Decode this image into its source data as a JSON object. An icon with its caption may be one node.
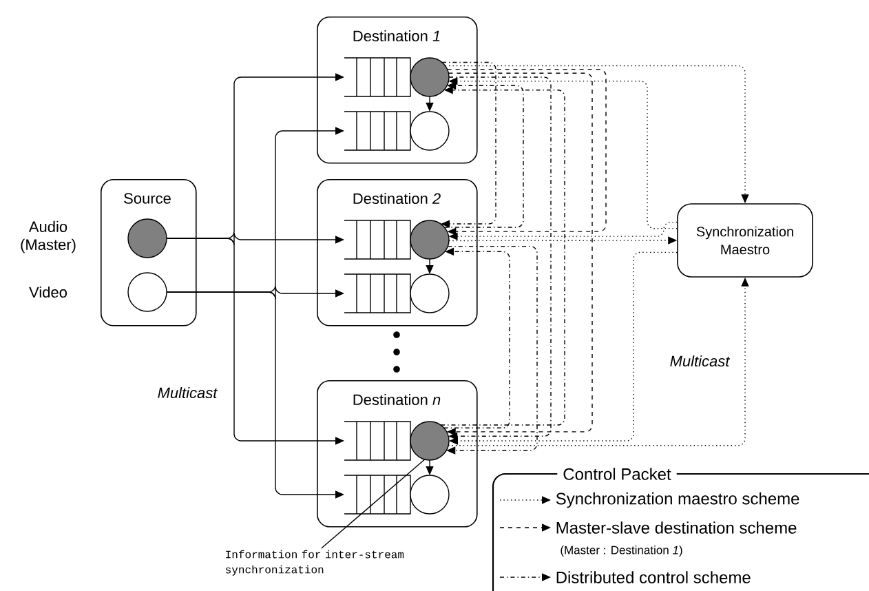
{
  "diagram": {
    "nodes": [
      {
        "text": [
          "Source"
        ]
      },
      {
        "text": [],
        "shape": "circle",
        "in": 0
      },
      {
        "text": [],
        "shape": "circle",
        "in": 0
      },
      {
        "text": [
          "Destination *1*"
        ]
      },
      {
        "text": [],
        "shape": "box",
        "in": 3
      },
      {
        "text": [],
        "shape": "circle",
        "in": 3
      },
      {
        "text": [],
        "shape": "box",
        "in": 3
      },
      {
        "text": [],
        "shape": "circle",
        "in": 3
      },
      {
        "text": [
          "Destination *2*"
        ]
      },
      {
        "text": [],
        "shape": "box",
        "in": 8
      },
      {
        "text": [],
        "shape": "circle",
        "in": 8
      },
      {
        "text": [],
        "shape": "box",
        "in": 8
      },
      {
        "text": [],
        "shape": "circle",
        "in": 8
      },
      {
        "text": [
          "Destination *n*"
        ]
      },
      {
        "text": [],
        "shape": "box",
        "in": 13
      },
      {
        "text": [],
        "shape": "circle",
        "in": 13
      },
      {
        "text": [],
        "shape": "box",
        "in": 13
      },
      {
        "text": [],
        "shape": "circle",
        "in": 13
      },
      {
        "text": [
          "Synchronization Maestro"
        ]
      },
      {
        "text": [
          "Information for inter-stream synchronization"
        ]
      }
    ],
    "edges": [
      {
        "from": 1,
        "to": 4,
        "arrow": "to"
      },
      {
        "from": 1,
        "to": 9,
        "arrow": "to"
      },
      {
        "from": 1,
        "to": 14,
        "arrow": "to"
      },
      {
        "from": 2,
        "to": 6,
        "arrow": "to"
      },
      {
        "from": 2,
        "to": 11,
        "arrow": "to"
      },
      {
        "from": 2,
        "to": 16,
        "arrow": "to"
      },
      {
        "from": 5,
        "to": 7,
        "arrow": "to"
      },
      {
        "from": 10,
        "to": 12,
        "arrow": "to"
      },
      {
        "from": 15,
        "to": 17,
        "arrow": "to"
      },
      {
        "from": 5,
        "to": 18,
        "arrow": "to",
        "style": "dashed"
      },
      {
        "from": 10,
        "to": 18,
        "arrow": "to",
        "style": "dashed"
      },
      {
        "from": 15,
        "to": 18,
        "arrow": "to",
        "style": "dashed"
      },
      {
        "from": 18,
        "to": 5,
        "arrow": "to",
        "style": "dashed"
      },
      {
        "from": 18,
        "to": 10,
        "arrow": "to",
        "style": "dashed"
      },
      {
        "from": 18,
        "to": 15,
        "arrow": "to",
        "style": "dashed"
      },
      {
        "from": 5,
        "to": 10,
        "arrow": "to",
        "style": "dashed"
      },
      {
        "from": 5,
        "to": 15,
        "arrow": "to",
        "style": "dashed"
      },
      {
        "from": 5,
        "to": 10,
        "arrow": "to",
        "style": "dashed"
      },
      {
        "from": 5,
        "to": 15,
        "arrow": "to",
        "style": "dashed"
      },
      {
        "from": 10,
        "to": 5,
        "arrow": "to",
        "style": "dashed"
      },
      {
        "from": 10,
        "to": 15,
        "arrow": "to",
        "style": "dashed"
      },
      {
        "from": 15,
        "to": 5,
        "arrow": "to",
        "style": "dashed"
      },
      {
        "from": 15,
        "to": 10,
        "arrow": "to",
        "style": "dashed"
      },
      {
        "from": 19,
        "to": 15,
        "arrow": "none"
      }
    ],
    "labels": [
      "Audio (Master)",
      "Video",
      "Multicast",
      "Multicast",
      "Control Packet",
      "(Master : Destination *1*)"
    ],
    "legend": [
      {
        "text": "Synchronization maestro scheme"
      },
      {
        "text": "Master-slave destination scheme"
      },
      {
        "text": "Distributed control scheme"
      }
    ]
  }
}
